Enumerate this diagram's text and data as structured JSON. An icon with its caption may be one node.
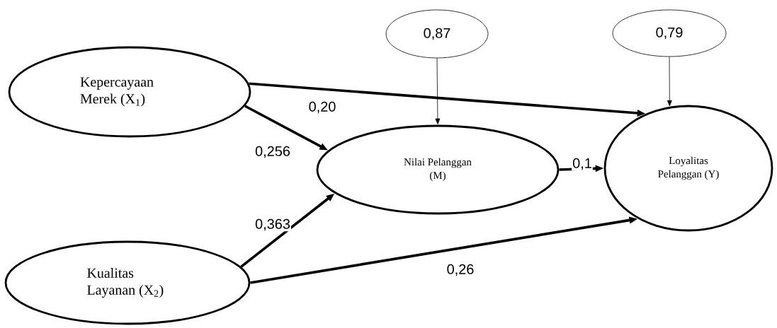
{
  "diagram": {
    "nodes": [
      {
        "text": [
          "0,87"
        ]
      },
      {
        "text": [
          "0,79"
        ]
      },
      {
        "text": [
          "Kepercayaan Merek (X$_{1}$)"
        ]
      },
      {
        "text": [
          "Nilai Pelanggan (M)"
        ]
      },
      {
        "text": [
          "Loyalitas Pelanggan (Y)"
        ]
      },
      {
        "text": [
          "Kualitas Layanan (X$_{2}$)"
        ]
      }
    ],
    "edges": [
      {
        "from": 0,
        "to": 3,
        "arrow": "to"
      },
      {
        "from": 1,
        "to": 4,
        "arrow": "to"
      },
      {
        "from": 2,
        "to": 4,
        "arrow": "to",
        "label": "0,20"
      },
      {
        "from": 2,
        "to": 3,
        "arrow": "to",
        "label": "0,256"
      },
      {
        "from": 3,
        "to": 4,
        "arrow": "to",
        "label": "0,1"
      },
      {
        "from": 5,
        "to": 3,
        "arrow": "to",
        "label": "0,363"
      },
      {
        "from": 5,
        "to": 4,
        "arrow": "to",
        "label": "0,26"
      }
    ]
  }
}
